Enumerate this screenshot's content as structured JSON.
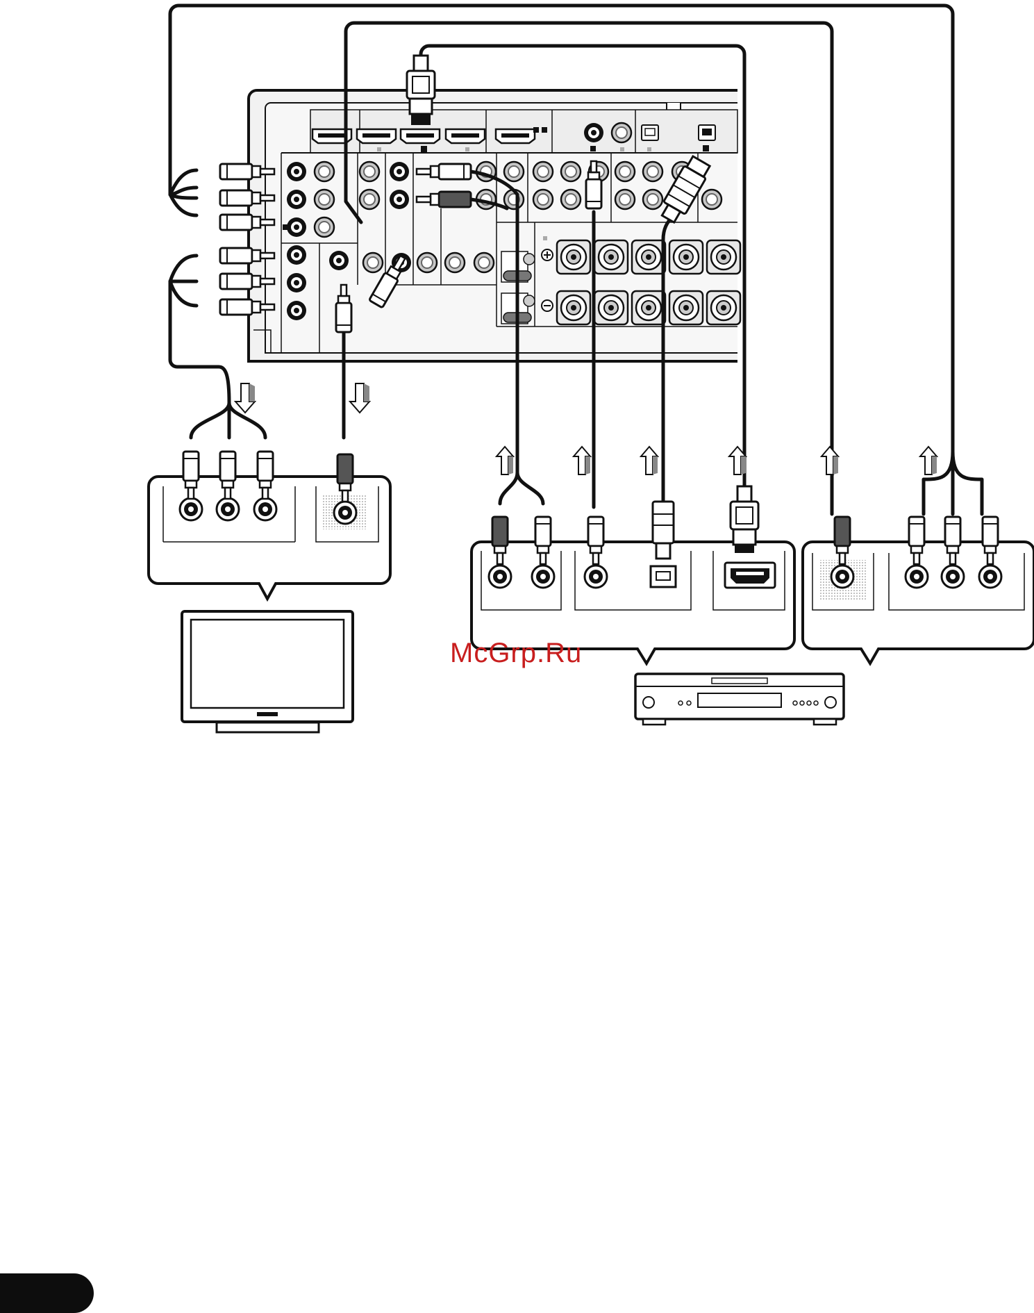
{
  "watermark": {
    "text": "McGrp.Ru",
    "color": "#c81e1e"
  },
  "colors": {
    "ink": "#111111",
    "panel": "#ededed",
    "port_gray": "#b4b4b4",
    "dark_plug": "#555555"
  },
  "figure": {
    "receiver": "receiver-rear-panel",
    "devices": [
      "tv-monitor",
      "dvd-player"
    ],
    "icons": [
      "hdmi-plug-icon",
      "rca-plug-icon",
      "optical-plug-icon",
      "coaxial-plug-icon",
      "flow-arrow-icon"
    ]
  }
}
